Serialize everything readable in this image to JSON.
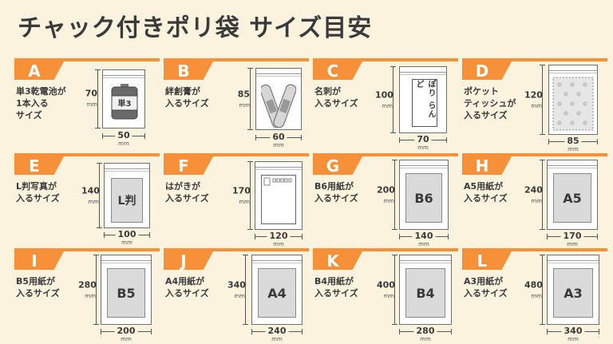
{
  "title": "チャック付きポリ袋 サイズ目安",
  "unit": "mm",
  "cards": [
    {
      "letter": "A",
      "desc": [
        "単3乾電池が",
        "1本入る",
        "サイズ"
      ],
      "width": "50",
      "height": "70",
      "inner_label": "単3"
    },
    {
      "letter": "B",
      "desc": [
        "絆創膏が",
        "入るサイズ"
      ],
      "width": "60",
      "height": "85",
      "inner_label": ""
    },
    {
      "letter": "C",
      "desc": [
        "名刺が",
        "入るサイズ"
      ],
      "width": "70",
      "height": "100",
      "inner_label": "ぽり らんど"
    },
    {
      "letter": "D",
      "desc": [
        "ポケット",
        "ティッシュが",
        "入るサイズ"
      ],
      "width": "85",
      "height": "120",
      "inner_label": ""
    },
    {
      "letter": "E",
      "desc": [
        "L判写真が",
        "入るサイズ"
      ],
      "width": "100",
      "height": "140",
      "inner_label": "L判"
    },
    {
      "letter": "F",
      "desc": [
        "はがきが",
        "入るサイズ"
      ],
      "width": "120",
      "height": "170",
      "inner_label": ""
    },
    {
      "letter": "G",
      "desc": [
        "B6用紙が",
        "入るサイズ"
      ],
      "width": "140",
      "height": "200",
      "inner_label": "B6"
    },
    {
      "letter": "H",
      "desc": [
        "A5用紙が",
        "入るサイズ"
      ],
      "width": "170",
      "height": "240",
      "inner_label": "A5"
    },
    {
      "letter": "I",
      "desc": [
        "B5用紙が",
        "入るサイズ"
      ],
      "width": "200",
      "height": "280",
      "inner_label": "B5"
    },
    {
      "letter": "J",
      "desc": [
        "A4用紙が",
        "入るサイズ"
      ],
      "width": "240",
      "height": "340",
      "inner_label": "A4"
    },
    {
      "letter": "K",
      "desc": [
        "B4用紙が",
        "入るサイズ"
      ],
      "width": "280",
      "height": "400",
      "inner_label": "B4"
    },
    {
      "letter": "L",
      "desc": [
        "A3用紙が",
        "入るサイズ"
      ],
      "width": "340",
      "height": "480",
      "inner_label": "A3"
    }
  ],
  "colors": {
    "accent": "#f6913a",
    "background": "#fcf3de",
    "text": "#3a3a3a"
  }
}
